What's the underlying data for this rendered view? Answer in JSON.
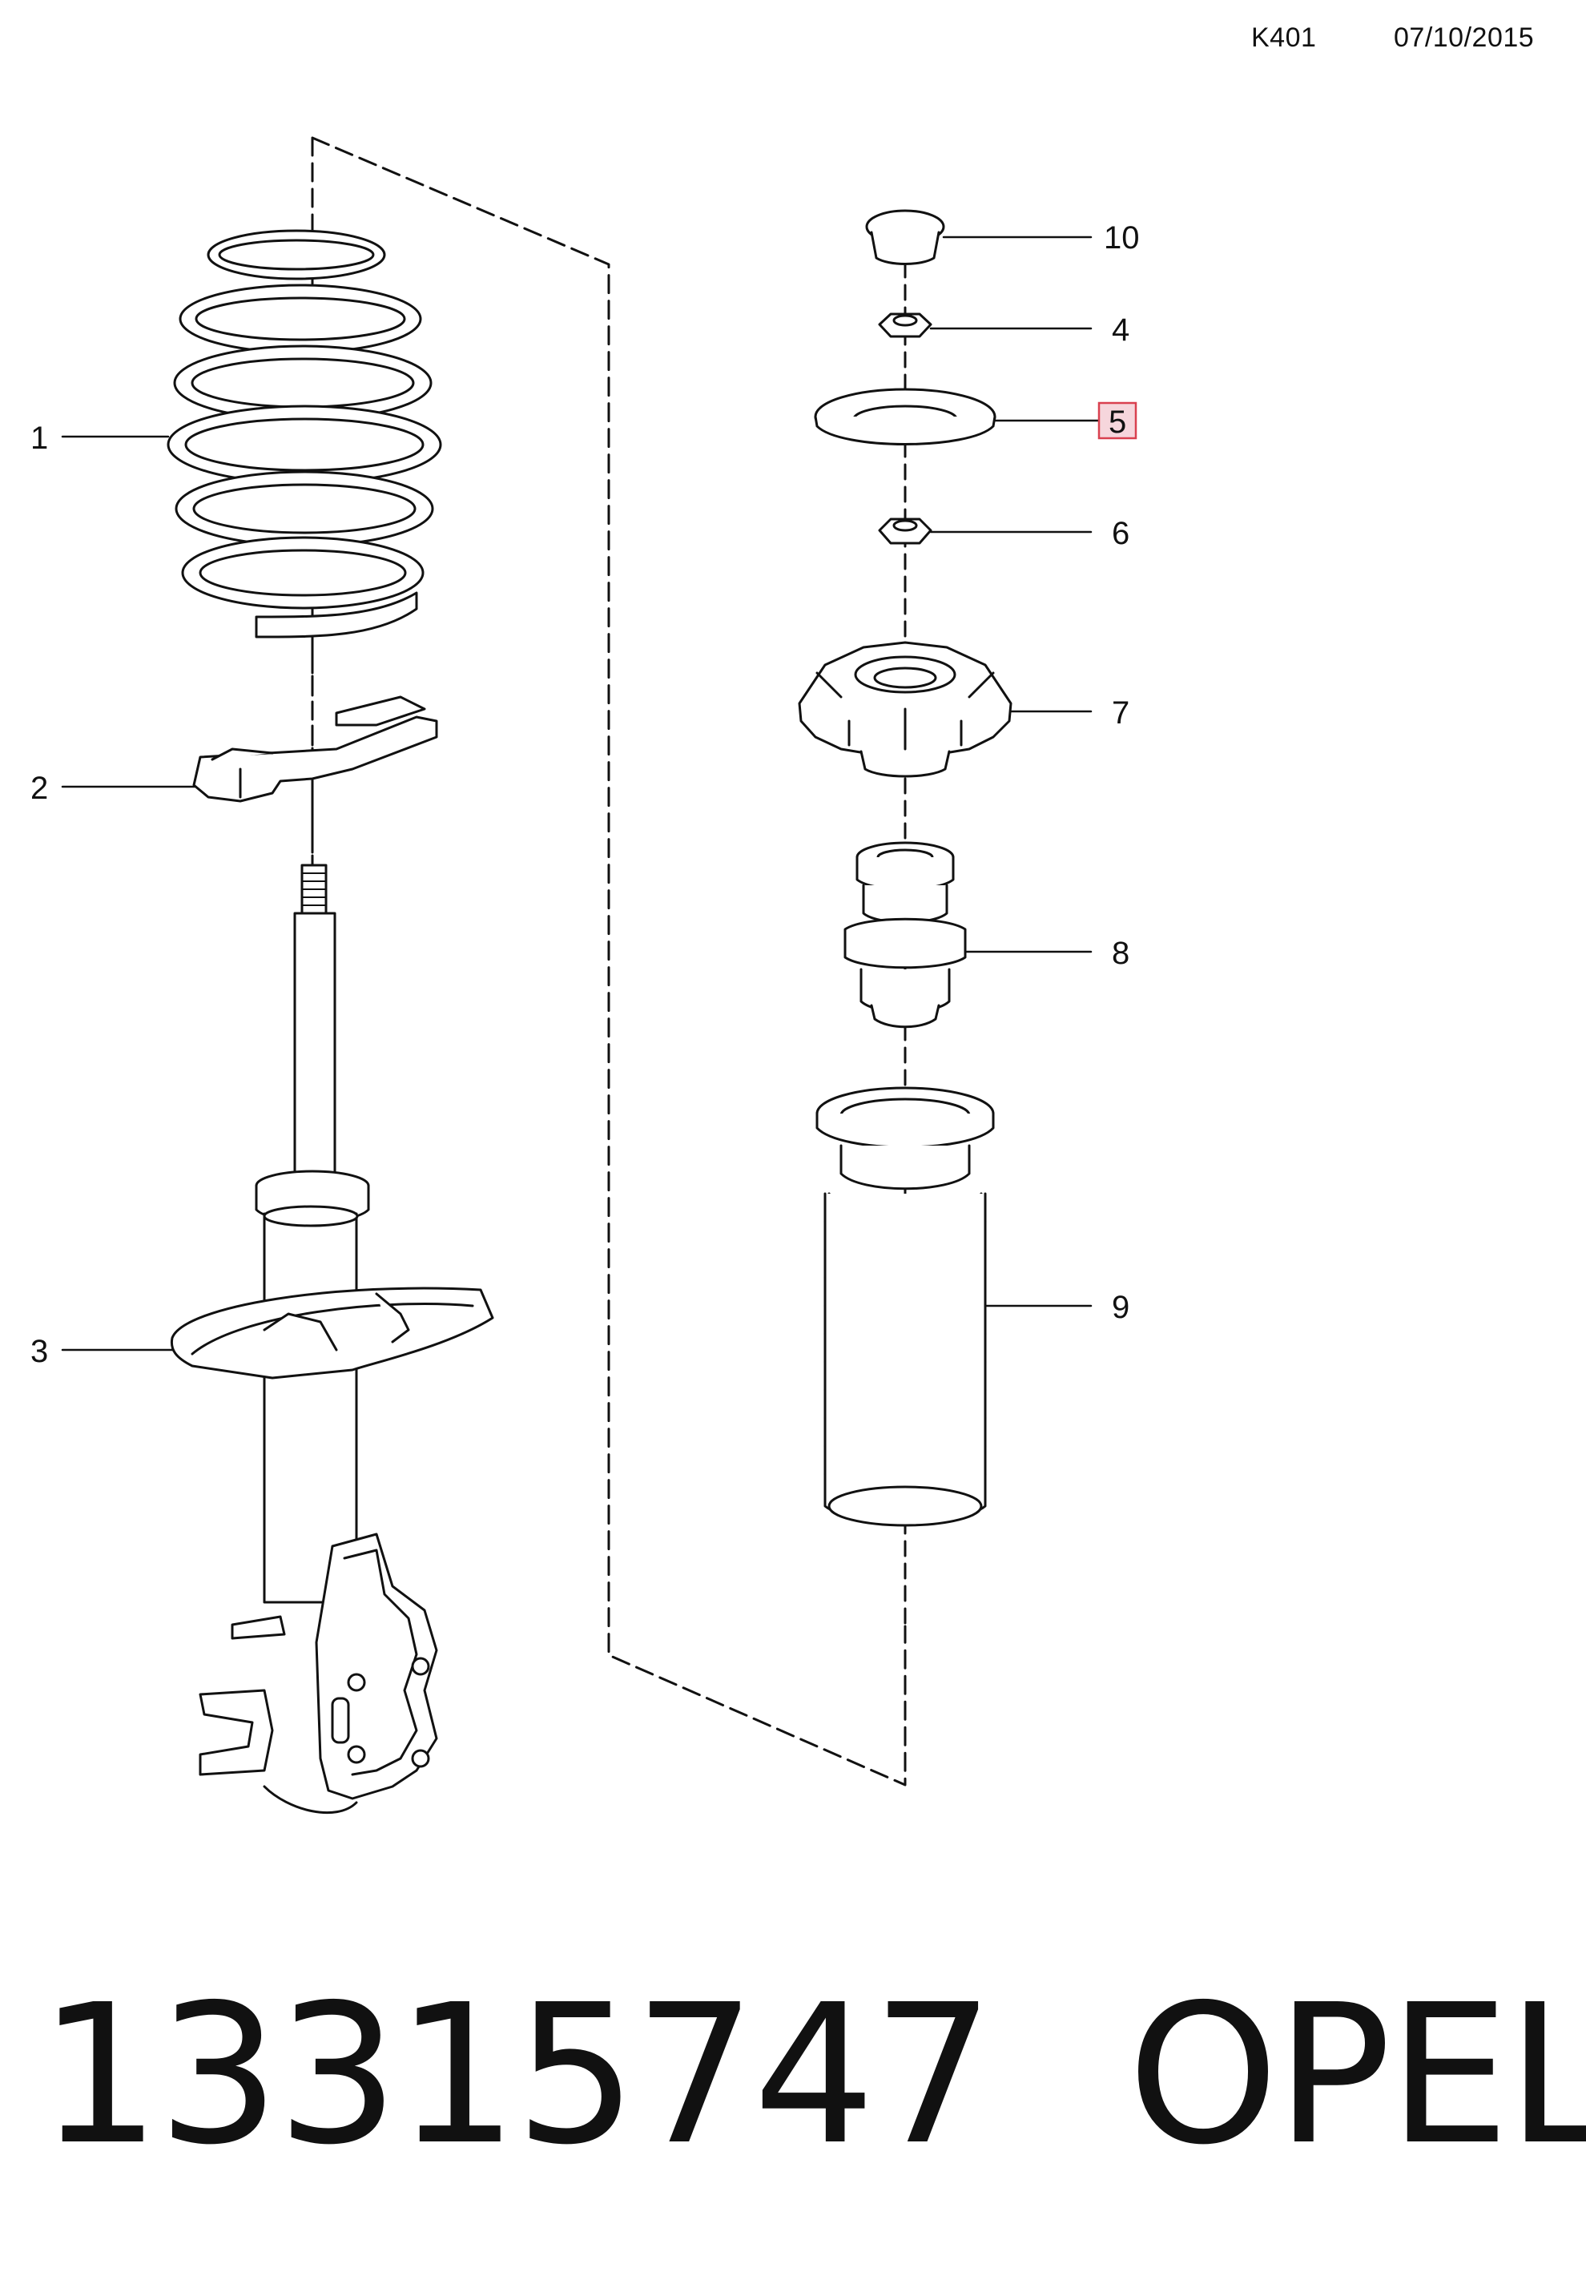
{
  "header": {
    "code": "K401",
    "date": "07/10/2015"
  },
  "callouts": {
    "c1": "1",
    "c2": "2",
    "c3": "3",
    "c4": "4",
    "c5": "5",
    "c6": "6",
    "c7": "7",
    "c8": "8",
    "c9": "9",
    "c10": "10"
  },
  "highlight_color": "#f6d6dc",
  "highlight_border": "#d9404f",
  "footer": {
    "part_number": "13315747",
    "brand": "OPEL"
  }
}
